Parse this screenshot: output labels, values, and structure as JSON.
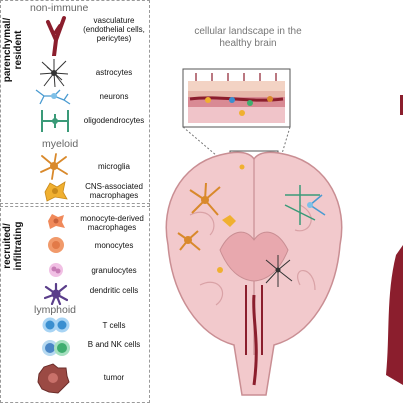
{
  "sections": {
    "resident": {
      "label": "parenchymal/ resident",
      "groups": {
        "nonimmune": {
          "title": "non-immune",
          "items": [
            {
              "label": "vasculature (endothelial cells, pericytes)",
              "icon": "vessel-icon"
            },
            {
              "label": "astrocytes",
              "icon": "astrocyte-icon"
            },
            {
              "label": "neurons",
              "icon": "neuron-icon"
            },
            {
              "label": "oligodendrocytes",
              "icon": "oligodendrocyte-icon"
            }
          ]
        },
        "myeloid": {
          "title": "myeloid",
          "items": [
            {
              "label": "microglia",
              "icon": "microglia-icon"
            },
            {
              "label": "CNS-associated macrophages",
              "icon": "cam-icon"
            }
          ]
        }
      }
    },
    "recruited": {
      "label": "recruited/ infiltrating",
      "groups": {
        "myeloid": {
          "items": [
            {
              "label": "monocyte-derived macrophages",
              "icon": "mdm-icon"
            },
            {
              "label": "monocytes",
              "icon": "monocyte-icon"
            },
            {
              "label": "granulocytes",
              "icon": "granulocyte-icon"
            },
            {
              "label": "dendritic cells",
              "icon": "dendritic-cell-icon"
            }
          ]
        },
        "lymphoid": {
          "title": "lymphoid",
          "items": [
            {
              "label": "T cells",
              "icon": "t-cell-icon"
            },
            {
              "label": "B and NK cells",
              "icon": "b-nk-cell-icon"
            }
          ]
        },
        "other": {
          "items": [
            {
              "label": "tumor",
              "icon": "tumor-icon"
            }
          ]
        }
      }
    }
  },
  "main": {
    "title": "cellular landscape in the healthy brain"
  },
  "colors": {
    "vessel": "#8b1e2d",
    "microglia": "#d9892b",
    "cam": "#f0b030",
    "monocyte": "#f19a6b",
    "granulocyte": "#e7a2d4",
    "dendritic": "#5a3e8a",
    "tcell": "#3a8fd0",
    "bcell": "#3fae6f",
    "brain": "#f2c9cc"
  }
}
